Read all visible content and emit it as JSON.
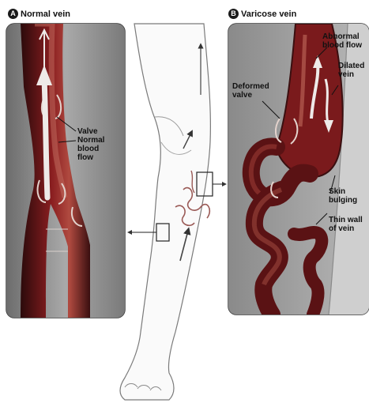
{
  "panel_a": {
    "badge": "A",
    "title": "Normal vein",
    "labels": {
      "valve": "Valve",
      "flow": "Normal\nblood\nflow"
    }
  },
  "panel_b": {
    "badge": "B",
    "title": "Varicose vein",
    "labels": {
      "abnormal_flow": "Abnormal\nblood flow",
      "dilated": "Dilated\nvein",
      "deformed_valve": "Deformed\nvalve",
      "skin_bulging": "Skin\nbulging",
      "thin_wall": "Thin wall\nof vein"
    }
  },
  "colors": {
    "vein_dark": "#3a0f10",
    "vein_red": "#8a1e20",
    "vein_highlight": "#c06a5c",
    "tissue_gray": "#8e8e8e",
    "flow_arrow": "#e8e4e2",
    "leg_outline": "#7a7a7a"
  }
}
